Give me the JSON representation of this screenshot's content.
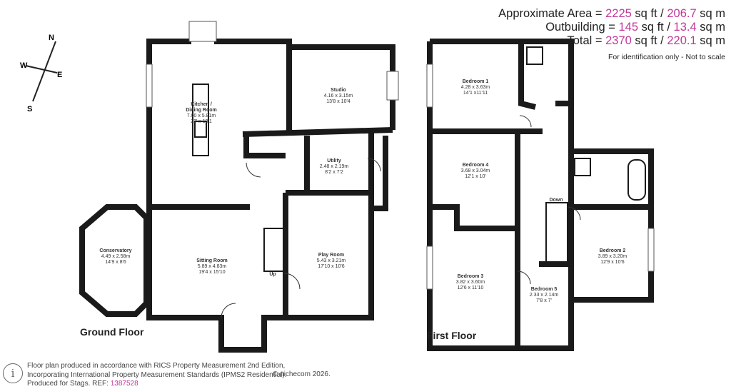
{
  "area": {
    "approx_label": "Approximate Area = ",
    "approx_sqft": "2225",
    "approx_sqm": "206.7",
    "outbuilding_label": "Outbuilding = ",
    "outbuilding_sqft": "145",
    "outbuilding_sqm": "13.4",
    "total_label": "Total = ",
    "total_sqft": "2370",
    "total_sqm": "220.1",
    "sqft_unit": " sq ft / ",
    "sqm_unit": " sq m",
    "note": "For identification only - Not to scale"
  },
  "compass": {
    "n": "N",
    "s": "S",
    "e": "E",
    "w": "W"
  },
  "ground_floor": {
    "label": "Ground Floor",
    "rooms": [
      {
        "name": "Kitchen /",
        "name2": "Dining Room",
        "metric": "7.00 x 5.81m",
        "imperial": "23' x 19'1"
      },
      {
        "name": "Studio",
        "metric": "4.16 x 3.15m",
        "imperial": "13'8 x 10'4"
      },
      {
        "name": "Utility",
        "metric": "2.48 x 2.19m",
        "imperial": "8'2 x 7'2"
      },
      {
        "name": "Conservatory",
        "metric": "4.49 x 2.58m",
        "imperial": "14'9 x 8'6"
      },
      {
        "name": "Sitting Room",
        "metric": "5.89 x 4.83m",
        "imperial": "19'4 x 15'10"
      },
      {
        "name": "Play Room",
        "metric": "5.43 x 3.21m",
        "imperial": "17'10 x 10'6"
      }
    ],
    "stairs_label": "Up"
  },
  "first_floor": {
    "label": "First Floor",
    "rooms": [
      {
        "name": "Bedroom 1",
        "metric": "4.28 x 3.63m",
        "imperial": "14'1 x11'11"
      },
      {
        "name": "Bedroom 4",
        "metric": "3.68 x 3.04m",
        "imperial": "12'1 x 10'"
      },
      {
        "name": "Bedroom 3",
        "metric": "3.82 x 3.60m",
        "imperial": "12'6 x 11'10"
      },
      {
        "name": "Bedroom 5",
        "metric": "2.33 x 2.14m",
        "imperial": "7'8 x 7'"
      },
      {
        "name": "Bedroom 2",
        "metric": "3.89 x 3.20m",
        "imperial": "12'9 x 10'6"
      }
    ],
    "stairs_label": "Down"
  },
  "footer": {
    "line1": "Floor plan produced in accordance with RICS Property Measurement 2nd Edition,",
    "line2": "Incorporating International Property Measurement Standards (IPMS2 Residential).",
    "line3": "Produced for Stags.   REF: ",
    "ref": "1387528",
    "copyright": "© nichecom 2026."
  },
  "colors": {
    "highlight": "#c2379a",
    "walls": "#1a1a1a"
  }
}
